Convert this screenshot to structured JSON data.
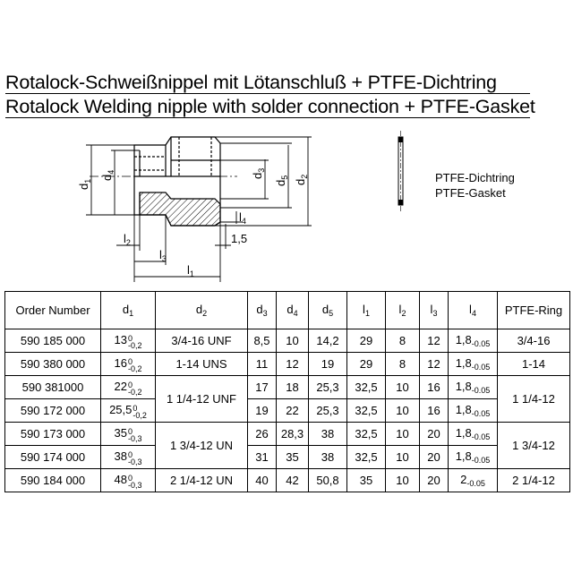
{
  "title_de": "Rotalock-Schweißnippel mit Lötanschluß + PTFE-Dichtring",
  "title_en": "Rotalock Welding nipple with solder connection + PTFE-Gasket",
  "gasket_label_de": "PTFE-Dichtring",
  "gasket_label_en": "PTFE-Gasket",
  "drawing_labels": {
    "d1": "d",
    "d1_sub": "1",
    "d4": "d",
    "d4_sub": "4",
    "d3": "d",
    "d3_sub": "3",
    "d5": "d",
    "d5_sub": "5",
    "d2": "d",
    "d2_sub": "2",
    "l4": "l",
    "l4_sub": "4",
    "l2": "l",
    "l2_sub": "2",
    "l3": "l",
    "l3_sub": "3",
    "l1": "l",
    "l1_sub": "1",
    "dim_15": "1,5"
  },
  "headers": {
    "order": "Order Number",
    "d1": "d",
    "d1_sub": "1",
    "d2": "d",
    "d2_sub": "2",
    "d3": "d",
    "d3_sub": "3",
    "d4": "d",
    "d4_sub": "4",
    "d5": "d",
    "d5_sub": "5",
    "l1": "l",
    "l1_sub": "1",
    "l2": "l",
    "l2_sub": "2",
    "l3": "l",
    "l3_sub": "3",
    "l4": "l",
    "l4_sub": "4",
    "ring": "PTFE-Ring"
  },
  "rows": [
    {
      "order": "590 185 000",
      "d1": "13",
      "d1_up": "0",
      "d1_lo": "-0,2",
      "d2": "3/4-16 UNF",
      "d3": "8,5",
      "d4": "10",
      "d5": "14,2",
      "l1": "29",
      "l2": "8",
      "l3": "12",
      "l4": "1,8",
      "l4_tol": "-0.05",
      "ring": "3/4-16"
    },
    {
      "order": "590 380 000",
      "d1": "16",
      "d1_up": "0",
      "d1_lo": "-0,2",
      "d2": "1-14 UNS",
      "d3": "11",
      "d4": "12",
      "d5": "19",
      "l1": "29",
      "l2": "8",
      "l3": "12",
      "l4": "1,8",
      "l4_tol": "-0.05",
      "ring": "1-14"
    },
    {
      "order": "590 381000",
      "d1": "22",
      "d1_up": "0",
      "d1_lo": "-0,2",
      "d2": "1 1/4-12 UNF",
      "d3": "17",
      "d4": "18",
      "d5": "25,3",
      "l1": "32,5",
      "l2": "10",
      "l3": "16",
      "l4": "1,8",
      "l4_tol": "-0.05",
      "ring": "1 1/4-12"
    },
    {
      "order": "590 172 000",
      "d1": "25,5",
      "d1_up": "0",
      "d1_lo": "-0,2",
      "d3": "19",
      "d4": "22",
      "d5": "25,3",
      "l1": "32,5",
      "l2": "10",
      "l3": "16",
      "l4": "1,8",
      "l4_tol": "-0.05"
    },
    {
      "order": "590 173 000",
      "d1": "35",
      "d1_up": "0",
      "d1_lo": "-0,3",
      "d2": "1 3/4-12 UN",
      "d3": "26",
      "d4": "28,3",
      "d5": "38",
      "l1": "32,5",
      "l2": "10",
      "l3": "20",
      "l4": "1,8",
      "l4_tol": "-0.05",
      "ring": "1 3/4-12"
    },
    {
      "order": "590 174 000",
      "d1": "38",
      "d1_up": "0",
      "d1_lo": "-0,3",
      "d3": "31",
      "d4": "35",
      "d5": "38",
      "l1": "32,5",
      "l2": "10",
      "l3": "20",
      "l4": "1,8",
      "l4_tol": "-0.05"
    },
    {
      "order": "590 184 000",
      "d1": "48",
      "d1_up": "0",
      "d1_lo": "-0,3",
      "d2": "2 1/4-12 UN",
      "d3": "40",
      "d4": "42",
      "d5": "50,8",
      "l1": "35",
      "l2": "10",
      "l3": "20",
      "l4": "2",
      "l4_tol": "-0.05",
      "ring": "2 1/4-12"
    }
  ]
}
